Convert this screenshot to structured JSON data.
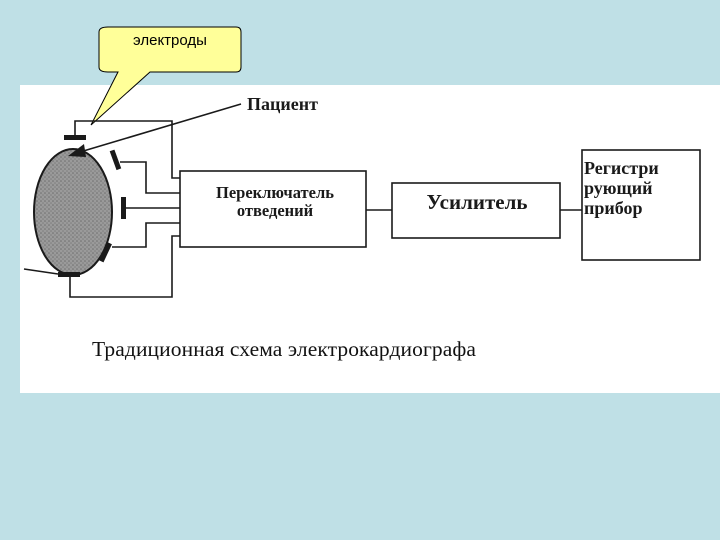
{
  "callout": {
    "text": "электроды"
  },
  "diagram": {
    "patient_label": "Пациент",
    "switch_label_line1": "Переключатель",
    "switch_label_line2": "отведений",
    "amplifier_label": "Усилитель",
    "recorder_line1": "Регистри",
    "recorder_line2": "рующий",
    "recorder_line3": "прибор"
  },
  "caption": "Традиционная схема электрокардиографа",
  "colors": {
    "background": "#bfe0e6",
    "callout_fill": "#ffff99",
    "patient_fill": "#8f8f8f",
    "line": "#1a1a1a"
  }
}
